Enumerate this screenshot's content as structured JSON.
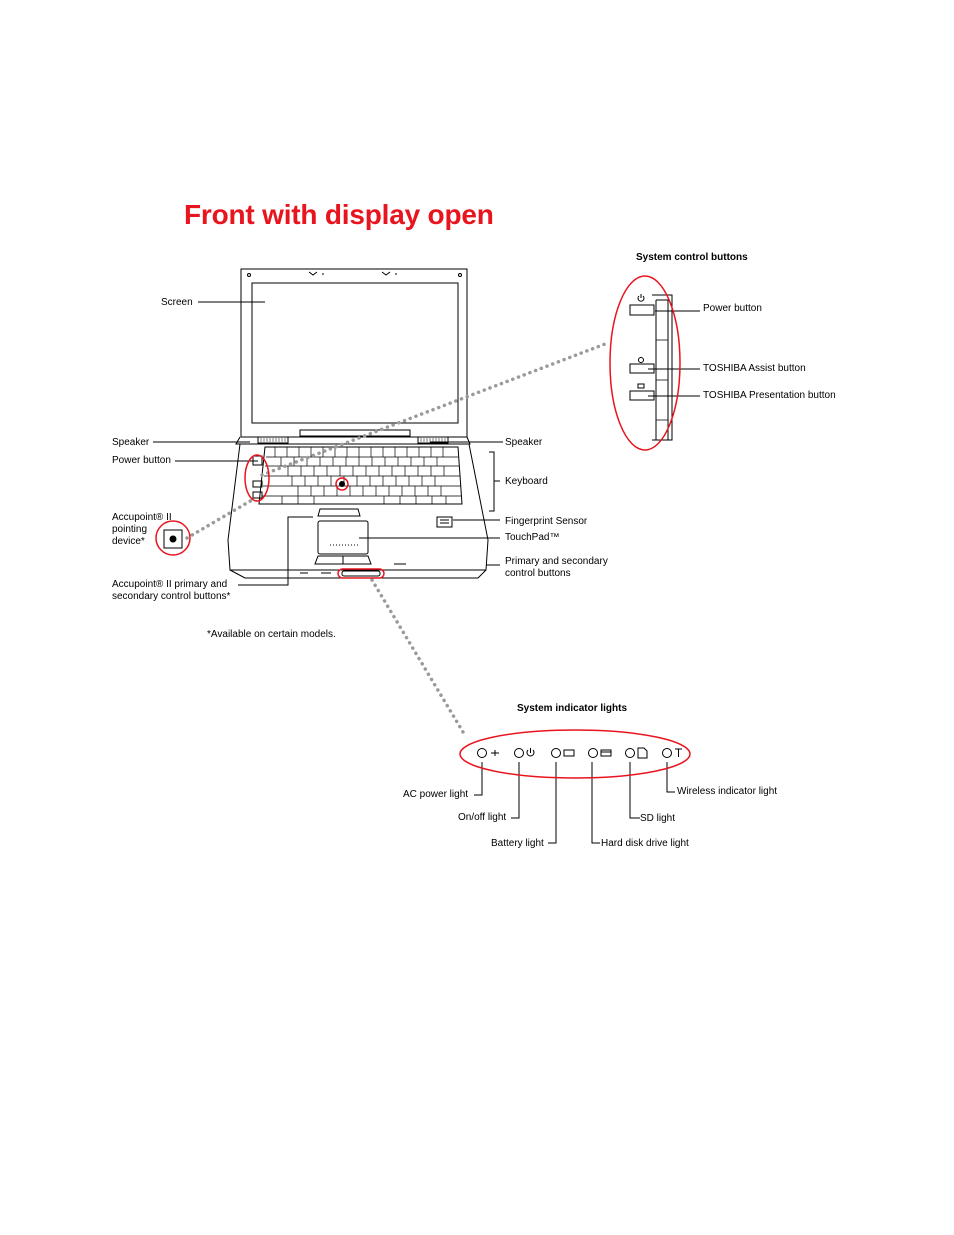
{
  "title": "Front with display open",
  "labels": {
    "screen": "Screen",
    "speaker_left": "Speaker",
    "speaker_right": "Speaker",
    "power_button": "Power button",
    "keyboard": "Keyboard",
    "accupoint_device": [
      "Accupoint® II",
      "pointing",
      "device*"
    ],
    "fingerprint_sensor": "Fingerprint Sensor",
    "touchpad": "TouchPad™",
    "primary_secondary": [
      "Primary and secondary",
      "control buttons"
    ],
    "accupoint_buttons": [
      "Accupoint® II primary and",
      "secondary control buttons*"
    ],
    "footnote": "*Available on certain models."
  },
  "system_control_buttons": {
    "heading": "System control buttons",
    "power": "Power button",
    "assist": "TOSHIBA Assist button",
    "presentation": "TOSHIBA Presentation button"
  },
  "system_indicator_lights": {
    "heading": "System indicator lights",
    "ac_power": "AC power light",
    "on_off": "On/off light",
    "battery": "Battery light",
    "hard_disk": "Hard disk drive light",
    "sd": "SD light",
    "wireless": "Wireless indicator light"
  },
  "colors": {
    "title": "#e8141e",
    "highlight": "#e8141e",
    "dotted": "#9a9a9a",
    "line": "#000000"
  }
}
